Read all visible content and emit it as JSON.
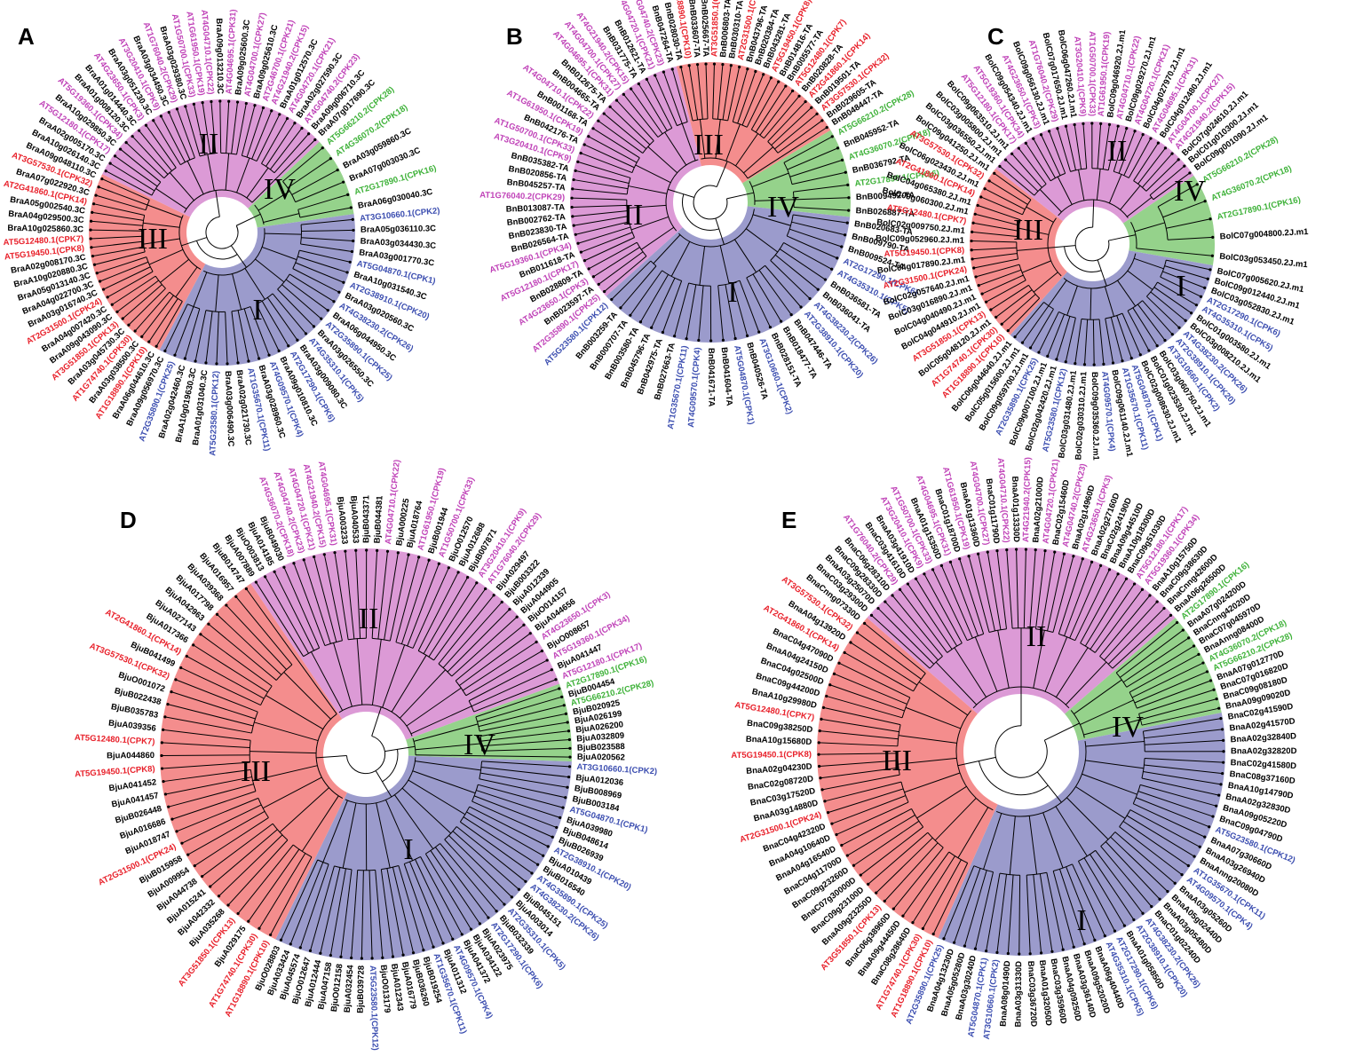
{
  "colors": {
    "cladeI": "#9b9bcc",
    "cladeII": "#dc9ad6",
    "cladeIII": "#f48d8d",
    "cladeIV": "#95d28b",
    "labelI": "#3c4eb0",
    "labelII": "#c043b8",
    "labelIII": "#e8202a",
    "labelIV": "#3fb23a",
    "other": "#000000"
  },
  "panels": [
    {
      "letter": "A",
      "clade_labels": [
        "I",
        "II",
        "III",
        "IV"
      ],
      "clades": {
        "IV": [
          "AT5G66210.2(CPK28)",
          "AT4G36070.2(CPK18)",
          "BraA03g059860.3C",
          "BraA07g003030.3C",
          "AT2G17890.1(CPK16)",
          "BraA06g030040.3C"
        ],
        "I": [
          "AT3G10660.1(CPK2)",
          "BraA05g036110.3C",
          "BraA03g034430.3C",
          "BraA03g001770.3C",
          "AT5G04870.1(CPK1)",
          "BraA10g031540.3C",
          "AT2G38910.1(CPK20)",
          "BraA03g020560.3C",
          "AT4G38230.2(CPK26)",
          "BraA06g044950.3C",
          "AT2G35890.1(CPK25)",
          "BraA03g026550.3C",
          "AT4G35310.1(CPK5)",
          "BraA03g009080.3C",
          "AT2G17290.1(CPK6)",
          "BraA09g010810.3C",
          "AT4G09570.1(CPK4)",
          "BraA03g028960.3C",
          "AT1G35670.1(CPK11)",
          "BraA02g021730.3C",
          "BraA03g006490.3C",
          "AT5G23580.1(CPK12)",
          "BraA01g031040.3C",
          "BraA10g019630.3C",
          "BraA02g042460.3C",
          "AT2G35890.1(CPK25)",
          "BraA09g056970.3C"
        ],
        "III": [
          "BraA06g044610.3C",
          "AT1G18890.1(CPK10)",
          "BraA03g038500.3C",
          "AT1G74740.1(CPK30)",
          "BraA03g045730.3C",
          "AT3G51850.1(CPK13)",
          "BraA09g043090.3C",
          "BraA04g007420.3C",
          "AT2G31500.1(CPK24)",
          "BraA03g016740.3C",
          "BraA04g022700.3C",
          "BraA05g013140.3C",
          "BraA10g020880.3C",
          "BraA02g008170.3C",
          "AT5G19450.1(CPK8)",
          "AT5G12480.1(CPK7)",
          "BraA10g025860.3C",
          "BraA04g029500.3C",
          "BraA05g002540.3C",
          "AT2G41860.1(CPK14)",
          "BraA07g022920.3C",
          "AT3G57530.1(CPK32)",
          "BraA09g048110.3C"
        ],
        "II": [
          "BraA10g026140.3C",
          "BraA02g005170.3C",
          "AT5G12180.1(CPK17)",
          "BraA10g029850.3C",
          "AT5G19360.1(CPK34)",
          "BraA01g008120.3C",
          "BraA01g014440.3C",
          "AT4G23650.1(CPK3)",
          "BraA03g051230.3C",
          "AT3G20410.1(CPK9)",
          "BraA03g034450.3C",
          "AT1G76040.2(CPK29)",
          "BraA03g029380.3C",
          "AT1G50700.1(CPK33)",
          "AT1G61950.1(CPK19)",
          "AT4G04710.1(CPK22)",
          "BraA09g013210.3C",
          "AT4G04695.1(CPK31)",
          "BraA09g025600.3C",
          "AT4G04700.1(CPK27)",
          "BraA09g025610.3C",
          "AT2G46700.1(CPK21)",
          "AT4G21940.2(CPK15)",
          "BraA01g012570.3C",
          "AT4G04720.1(CPK21)",
          "BraA02g027590.3C",
          "AT4G04740.2(CPK23)",
          "BraA09g006710.3C",
          "BraA07g017690.3C"
        ]
      }
    },
    {
      "letter": "B",
      "clade_labels": [
        "I",
        "II",
        "III",
        "IV"
      ],
      "clades": {
        "IV": [
          "AT5G66210.2(CPK28)",
          "BnB045952-TA",
          "AT4G36070.2(CPK18)",
          "BnB036792-TA",
          "AT2G17890.1(CPK16)",
          "BnB009492-TA",
          "BnB026887-TA"
        ],
        "I": [
          "BnB020683-TA",
          "BnB009790-TA",
          "BnB009524-TA",
          "AT2G17290.1(CPK6)",
          "AT4G35310.1(CPK5)",
          "BnB036581-TA",
          "BnB036041-TA",
          "AT4G38230.2(CPK26)",
          "AT2G38910.1(CPK20)",
          "BnB047446-TA",
          "BnB018477-TA",
          "BnB028151-TA",
          "AT3G10660.1(CPK2)",
          "BnB040526-TA",
          "AT5G04870.1(CPK1)",
          "BnB041604-TA",
          "BnB041671-TA",
          "AT4G09570.1(CPK4)",
          "AT1G35670.1(CPK11)",
          "BnB027663-TA",
          "BnB042975-TA",
          "BnB045796-TA",
          "BnB003580-TA",
          "BnB000707-TA",
          "BnB003259-TA",
          "AT5G23580.1(CPK12)"
        ],
        "II": [
          "AT2G35890.1(CPK25)",
          "BnB023597-TA",
          "AT4G23650.1(CPK3)",
          "BnB028809-TA",
          "AT5G12180.1(CPK17)",
          "BnB011618-TA",
          "AT5G19360.1(CPK34)",
          "BnB026564-TA",
          "BnB023830-TA",
          "BnB002762-TA",
          "BnB013087-TA",
          "AT1G76040.2(CPK29)",
          "BnB045257-TA",
          "BnB020856-TA",
          "BnB035382-TA",
          "AT3G20410.1(CPK9)",
          "AT1G50700.1(CPK33)",
          "BnB042176-TA",
          "AT1G61950.1(CPK19)",
          "BnB001168-TA",
          "AT4G04710.1(CPK22)",
          "BnB004665-TA",
          "BnB012675-TA",
          "AT4G04695.1(CPK31)",
          "AT4G04700.1(CPK27)",
          "AT4G21940.2(CPK15)",
          "BnB031775-TA",
          "BnB012621-TA",
          "AT4G04720.1(CPK21)",
          "AT4G04740.2(CPK23)",
          "BnB047264-TA"
        ],
        "III": [
          "BnB028030-TA",
          "AT1G18890.1(CPK10)",
          "BnB033607-TA",
          "BnB025667-TA",
          "AT3G51850.1(CPK13)",
          "BnB006803-TA",
          "BnB030310-TA",
          "AT2G31500.1(CPK24)",
          "BnB043796-TA",
          "BnB020384-TA",
          "BnB043281-TA",
          "AT5G19450.1(CPK8)",
          "BnB014816-TA",
          "BnB005577-TA",
          "AT5G12480.1(CPK7)",
          "BnB020828-TA",
          "AT2G41860.1(CPK14)",
          "BnB019501-TA",
          "AT3G57530.1(CPK32)",
          "BnB029605-TA",
          "BnB048447-TA"
        ]
      }
    },
    {
      "letter": "C",
      "clade_labels": [
        "I",
        "II",
        "III",
        "IV"
      ],
      "clades": {
        "IV": [
          "AT5G66210.2(CPK28)",
          "AT4G36070.2(CPK18)",
          "AT2G17890.1(CPK16)",
          "BolC07g004800.2J.m1",
          "BolC03g053450.2J.m1"
        ],
        "I": [
          "BolC07g005620.2J.m1",
          "BolC09g012440.2J.m1",
          "BolC03g052830.2J.m1",
          "AT2G17290.1(CPK6)",
          "AT4G35310.1(CPK5)",
          "BolC01g003580.2J.m1",
          "BolC03g008210.2J.m1",
          "AT4G38230.2(CPK26)",
          "AT2G38910.1(CPK20)",
          "AT3G10660.1(CPK2)",
          "BolC03g060750.2J.m1",
          "BolC01g023530.2J.m1",
          "BolC02g008630.2J.m1",
          "AT5G04870.1(CPK1)",
          "AT1G35670.1(CPK11)",
          "BolC09g061140.2J.m1",
          "AT4G09570.1(CPK4)",
          "BolC09g035360.2J.m1",
          "BolC02g030310.2J.m1",
          "BolC03g031480.2J.m1",
          "AT5G23580.1(CPK12)",
          "BolC02g042420.2J.m1",
          "BolC09g007100.2J.m1",
          "AT2G35890.1(CPK25)",
          "BolC09g059700.2J.m1",
          "BolC05g015600.2J.m1",
          "BolC06g044640.2J.m1"
        ],
        "III": [
          "AT1G18890.1(CPK10)",
          "AT1G74740.1(CPK30)",
          "BolC05g048120.2J.m1",
          "AT3G51850.1(CPK13)",
          "BolC04g044910.2J.m1",
          "BolC04g040490.2J.m1",
          "BolC03g016890.2J.m1",
          "BolC02g057640.2J.m1",
          "AT2G31500.1(CPK24)",
          "BolC04g017890.2J.m1",
          "AT5G19450.1(CPK8)",
          "BolC09g052960.2J.m1",
          "BolC02g009750.2J.m1",
          "AT5G12480.1(CPK7)",
          "BolC09g060300.2J.m1",
          "BolC04g065380.2J.m1",
          "AT2G41860.1(CPK14)",
          "BolC06g023430.2J.m1",
          "AT3G57530.1(CPK32)",
          "BolC09g041250.2J.m1"
        ],
        "II": [
          "BolC03g036550.2J.m1",
          "BolC03g005800.2J.m1",
          "BolC09g063510.2J.m1",
          "AT5G12180.1(CPK17)",
          "AT5G19360.1(CPK34)",
          "BolC09g054340.2J.m1",
          "AT4G23650.1(CPK3)",
          "BolC09g056130.2J.m1",
          "AT1G76040.2(CPK29)",
          "BolC07g017650.2J.m1",
          "BolC06g047260.2J.m1",
          "AT3G20410.1(CPK9)",
          "AT1G50700.1(CPK33)",
          "AT1G61950.1(CPK19)",
          "BolC09g046920.2J.m1",
          "AT4G04710.1(CPK22)",
          "BolC09g029270.2J.m1",
          "AT4G04720.1(CPK21)",
          "BolC04g027970.2J.m1",
          "AT4G04695.1(CPK31)",
          "BolC04g012480.2J.m1",
          "AT4G04700.1(CPK27)",
          "AT4G21940.2(CPK15)",
          "BolC07g024610.2J.m1",
          "BolC01g010300.2J.m1",
          "BolC09g001090.2J.m1"
        ]
      }
    },
    {
      "letter": "D",
      "clade_labels": [
        "I",
        "II",
        "III",
        "IV"
      ],
      "clades": {
        "II": [
          "BjuA007889",
          "BjuO003813",
          "BjuA014185",
          "BjuB049030",
          "AT4G36070.2(CPK18)",
          "AT4G04740.2(CPK23)",
          "AT4G04720.1(CPK21)",
          "AT4G21940.2(CPK15)",
          "AT4G04695.1(CPK31)",
          "BjuA003233",
          "BjuA040533",
          "BjuB043371",
          "BjuB044381",
          "AT4G04710.1(CPK22)",
          "BjuA000225",
          "BjuA018764",
          "AT1G61950.1(CPK19)",
          "BjuB001944",
          "AT1G50700.1(CPK33)",
          "BjuO012570",
          "BjuA012688",
          "BjuB007871",
          "AT3G20410.1(CPK9)",
          "AT1G76040.2(CPK29)",
          "BjuA029497",
          "BjuB003322",
          "BjuA012339",
          "BjuA044905",
          "BjuO014157",
          "BjuA044656",
          "AT4G23650.1(CPK3)",
          "BjuO008657",
          "AT5G19360.1(CPK34)",
          "BjuA041447",
          "AT5G12180.1(CPK17)"
        ],
        "IV": [
          "AT2G17890.1(CPK16)",
          "BjuB004454",
          "AT5G66210.2(CPK28)",
          "BjuB020925",
          "BjuA026199",
          "BjuA026200",
          "BjuA032809",
          "BjuB023588",
          "BjuA020562"
        ],
        "I": [
          "AT3G10660.1(CPK2)",
          "BjuA012036",
          "BjuB008969",
          "BjuB003184",
          "AT5G04870.1(CPK1)",
          "BjuA039980",
          "BjuB048614",
          "BjuB026939",
          "AT2G38910.1(CPK20)",
          "BjuA010439",
          "BjuB016540",
          "AT4G35890.1(CPK25)",
          "AT4G38230.2(CPK26)",
          "BjuB045151",
          "BjuA003014",
          "AT2G35310.1(CPK5)",
          "BjuB032339",
          "AT2G17290.1(CPK6)",
          "BjuA023975",
          "BjuA034122",
          "BjuA041372",
          "AT4G09570.1(CPK4)",
          "BjuA011312",
          "AT1G35670.1(CPK11)",
          "BjuB019254",
          "BjuB036260",
          "BjuA016779",
          "BjuA012343",
          "BjuO013179",
          "AT5G23580.1(CPK12)",
          "BjuB039728",
          "BjuA032454",
          "BjuO012158",
          "BjuA047158",
          "BjuA012444",
          "BjuO012647",
          "BjuA045574",
          "BjuA033424",
          "BjuO028803"
        ],
        "III": [
          "AT1G18890.1(CPK10)",
          "AT1G74740.1(CPK30)",
          "BjuA029175",
          "AT3G51850.1(CPK13)",
          "BjuA035268",
          "BjuA042332",
          "BjuA015241",
          "BjuA044738",
          "BjuA009954",
          "BjuB015958",
          "AT2G31500.1(CPK24)",
          "BjuA018747",
          "BjuA016686",
          "BjuB026448",
          "BjuA041457",
          "BjuA041452",
          "AT5G19450.1(CPK8)",
          "BjuA044860",
          "AT5G12480.1(CPK7)",
          "BjuA039356",
          "BjuB035783",
          "BjuB022438",
          "BjuO001072",
          "AT3G57530.1(CPK32)",
          "BjuB041499",
          "AT2G41860.1(CPK14)",
          "BjuA017366",
          "BjuA027143",
          "BjuA042963",
          "BjuA017798",
          "BjuA039368",
          "BjuA016957",
          "BjuB014747"
        ]
      }
    },
    {
      "letter": "E",
      "clade_labels": [
        "I",
        "II",
        "III",
        "IV"
      ],
      "clades": {
        "IV": [
          "AT2G17890.1(CPK16)",
          "BnaA07g024200D",
          "BnaCnng42020D",
          "BnaC07g045970D",
          "BnaAnng08400D",
          "AT4G36070.2(CPK18)",
          "AT5G66210.2(CPK28)",
          "BnaA07g012770D",
          "BnaC07g016820D",
          "BnaC09g08180D",
          "BnaA09g09020D"
        ],
        "I": [
          "BnaC02g41590D",
          "BnaA02g41570D",
          "BnaA02g32840D",
          "BnaA02g32820D",
          "BnaC02g41580D",
          "BnaC08g37160D",
          "BnaA10g14790D",
          "BnaA02g32830D",
          "BnaA09g05220D",
          "BnaC09g04790D",
          "AT5G23580.1(CPK12)",
          "BnaA07g30660D",
          "BnaA03g26940D",
          "BnaAnng20080D",
          "AT1G35670.1(CPK11)",
          "AT4G09570.1(CPK4)",
          "BnaA03g05260D",
          "BnaA05g02440D",
          "BnaA03g05480D",
          "BnaC01g02240D",
          "AT4G38230.2(CPK26)",
          "AT2G38910.1(CPK20)",
          "BnaA01g05850D",
          "AT2G17290.1(CPK6)",
          "AT4G35310.1(CPK5)",
          "BnaA06g40440D",
          "BnaA09g52020D",
          "BnaA03g36140D",
          "BnaA04g09250D",
          "BnaC03g35960D",
          "BnaA01g32050D",
          "BnaC03g36720D",
          "BnaA03g31330D",
          "BnaA08g01490D",
          "AT3G10660.1(CPK2)",
          "AT5G04870.1(CPK1)",
          "BnaA03g30240D",
          "BnaA05g05280D",
          "BnaA04g13230D",
          "AT2G35890.1(CPK25)"
        ],
        "III": [
          "AT1G18890.1(CPK10)",
          "AT1G74740.1(CPK30)",
          "BnaC08g28640D",
          "BnaA09g44450D",
          "BnaC06g38960D",
          "AT3G51850.1(CPK13)",
          "BnaA09g23250D",
          "BnaC09g23100D",
          "BnaC07g30000D",
          "BnaC09g23260D",
          "BnaC04g11700D",
          "BnaA04g16540D",
          "BnaA04g10640D",
          "BnaC04g42320D",
          "AT2G31500.1(CPK24)",
          "BnaA03g14880D",
          "BnaC03g17520D",
          "BnaC02g08720D",
          "BnaA02g04230D",
          "AT5G19450.1(CPK8)",
          "BnaA10g15680D",
          "BnaC09g38250D",
          "AT5G12480.1(CPK7)",
          "BnaA10g29980D",
          "BnaC09g44200D",
          "BnaC04g02500D",
          "BnaA04g24150D",
          "BnaC04g47090D",
          "AT2G41860.1(CPK14)",
          "BnaA04g13920D",
          "AT3G57530.1(CPK32)",
          "BnaCnng07330D"
        ],
        "II": [
          "BnaC03g29300D",
          "BnaA03g25070D",
          "BnaC09g28330D",
          "BnaC06g28310D",
          "AT1G76040.2(CPK29)",
          "BnaC03g41610D",
          "BnaA03g41910D",
          "AT3G20410.1(CPK9)",
          "AT1G50700.1(CPK33)",
          "BnaA01g15350D",
          "AT4G04695.1(CPK31)",
          "BnaC01g18700D",
          "AT1G61950.1(CPK19)",
          "BnaA01g13360D",
          "AT4G04700.1(CPK27)",
          "BnaC01g11790D",
          "AT4G04710.1(CPK22)",
          "BnaA01g13330D",
          "AT4G21940.2(CPK15)",
          "BnaA02g21000D",
          "AT4G04720.1(CPK21)",
          "BnaC02g15460D",
          "AT4G04740.2(CPK23)",
          "BnaA02g14960D",
          "AT4G23650.1(CPK3)",
          "BnaA02g27160D",
          "BnaC02g24190D",
          "BnaA09g44510D",
          "BnaA10g18300D",
          "BnaC09g51030D",
          "AT5G12180.1(CPK17)",
          "AT5G19360.1(CPK34)",
          "BnaA10g15750D",
          "BnaC09g38630D",
          "BnaCnng42600D",
          "BnaA06g26500D"
        ]
      }
    }
  ]
}
